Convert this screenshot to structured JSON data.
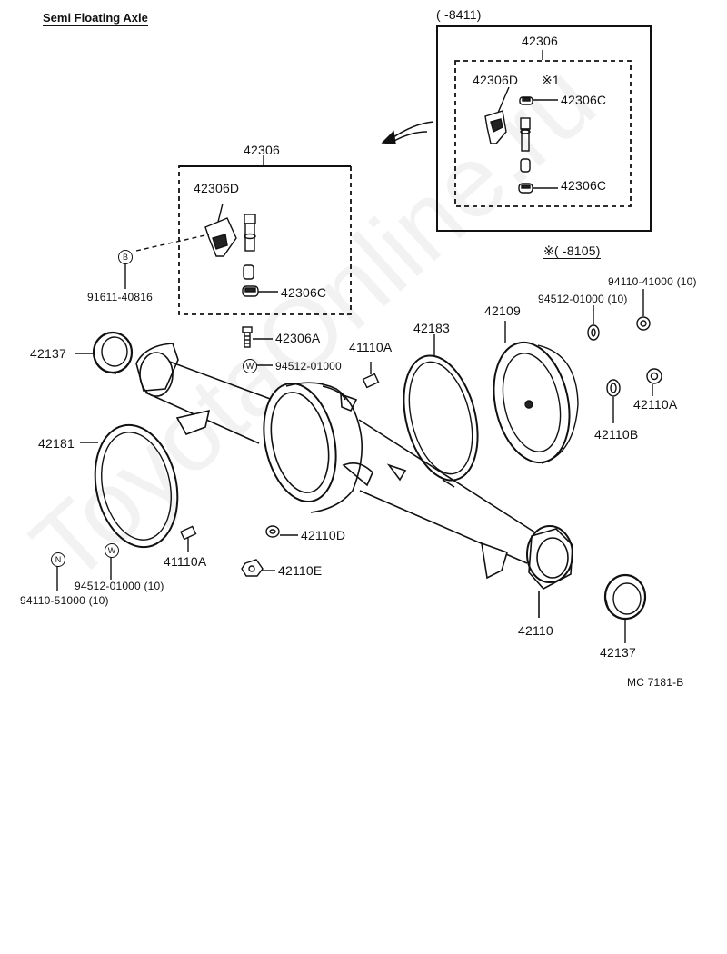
{
  "title": "Semi Floating Axle",
  "watermark": "ToyotaOnline.ru",
  "figure_code": "MC 7181-B",
  "inset_range": "(       -8411)",
  "note_range": "※(      -8105)",
  "note_mark": "※1",
  "symbols": {
    "b": "B",
    "w": "W",
    "n": "N"
  },
  "labels": {
    "inset_42306": "42306",
    "inset_42306d": "42306D",
    "inset_42306c_top": "42306C",
    "inset_42306c_bot": "42306C",
    "box_42306": "42306",
    "box_42306d": "42306D",
    "box_42306c": "42306C",
    "p91611": "91611-40816",
    "p42306a": "42306A",
    "p94512_01000": "94512-01000",
    "p41110a_top": "41110A",
    "p42183": "42183",
    "p42109": "42109",
    "p94110_41000": "94110-41000 (10)",
    "p94512_10": "94512-01000 (10)",
    "p42137_left": "42137",
    "p42110a": "42110A",
    "p42110b": "42110B",
    "p42181": "42181",
    "p42110d": "42110D",
    "p41110a_bot": "41110A",
    "p42110e": "42110E",
    "p94512_lower": "94512-01000 (10)",
    "p94110_51000": "94110-51000 (10)",
    "p42110": "42110",
    "p42137_right": "42137"
  }
}
